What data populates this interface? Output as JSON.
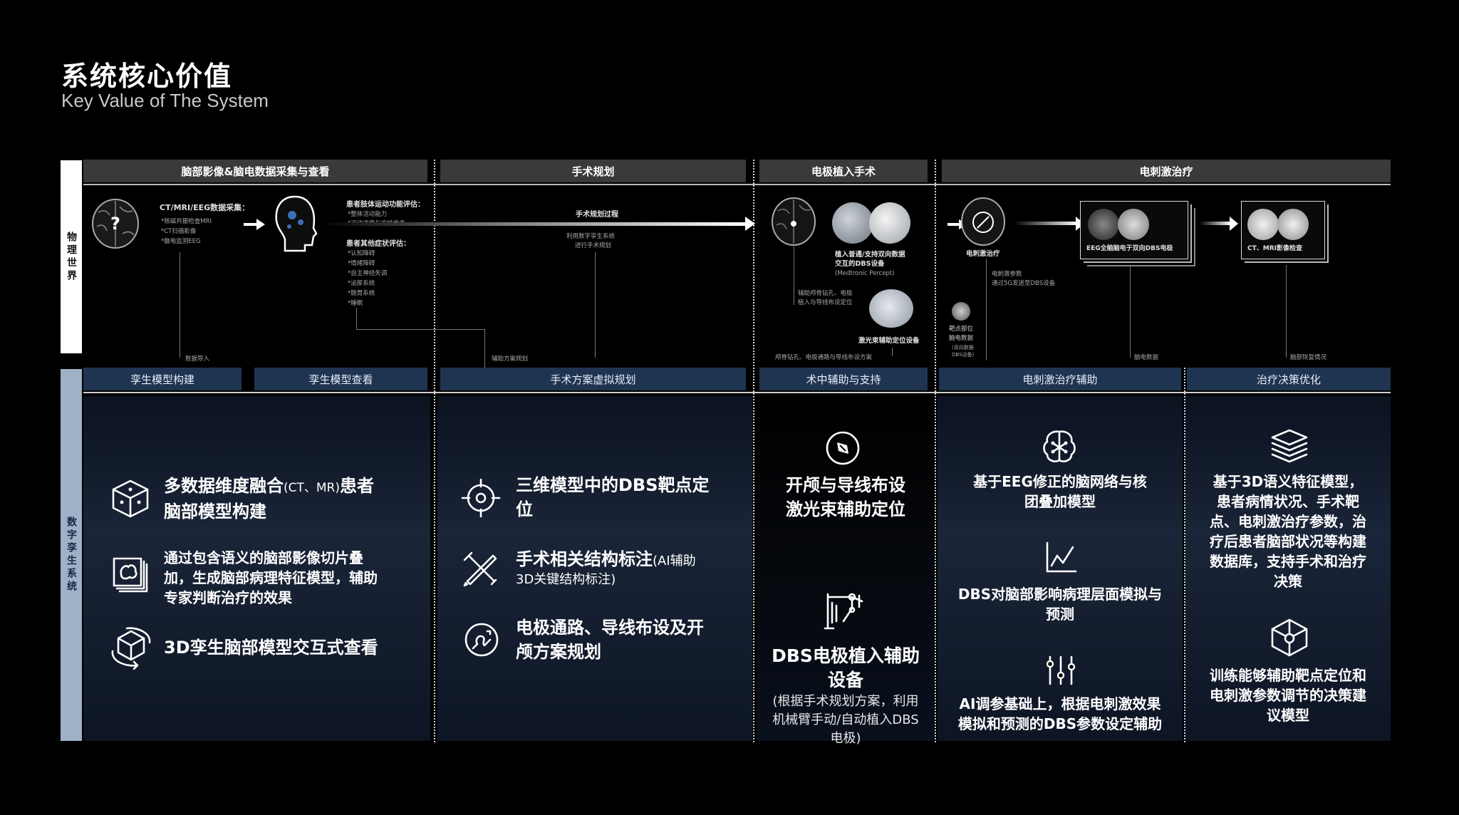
{
  "title": {
    "cn": "系统核心价值",
    "en": "Key Value of The System"
  },
  "side_labels": {
    "physical": "物理世界",
    "digital": "数字孪生系统"
  },
  "stages": [
    "脑部影像&脑电数据采集与查看",
    "手术规划",
    "电极植入手术",
    "电刺激治疗"
  ],
  "subheads": [
    "孪生模型构建",
    "孪生模型查看",
    "手术方案虚拟规划",
    "术中辅助与支持",
    "电刺激治疗辅助",
    "治疗决策优化"
  ],
  "physical": {
    "collect_title": "CT/MRI/EEG数据采集：",
    "collect_items": [
      "*核磁共振检查MRI",
      "*CT扫描影像",
      "*脑电监测EEG"
    ],
    "eval_title": "患者肢体运动功能评估：",
    "eval_items": [
      "*整体活动能力",
      "*运动速度与冻结步态"
    ],
    "symptom_title": "患者其他症状评估：",
    "symptom_items": [
      "*认知障碍",
      "*情绪障碍",
      "*自主神经失调",
      "*泌尿系统",
      "*肠胃系统",
      "*睡眠"
    ],
    "data_import": "数据导入",
    "plan_process": "手术规划过程",
    "plan_desc": [
      "利用数字孪生系统",
      "进行手术规划"
    ],
    "assist_plan": "辅助方案规划",
    "implant_label": [
      "植入普通/支持双向数据",
      "交互的DBS设备"
    ],
    "implant_sub": "(Medtronic Percept)",
    "assist_locate": [
      "辅助颅骨钻孔、电极",
      "植入与导线布设定位"
    ],
    "laser_label": "激光束辅助定位设备",
    "bottom_path": "颅骨钻孔、电极通路与导线布设方案",
    "stim_label": "电刺激治疗",
    "stim_params": [
      "电刺激参数",
      "通过5G发送至DBS设备"
    ],
    "eeg_label": "EEG全脑脑电于双向DBS电极",
    "ctmri_label": "CT、MRI影像检查",
    "target_label": [
      "靶点部位",
      "脑电数据"
    ],
    "target_sub": [
      "(双向数据",
      "DBS设备)"
    ],
    "brain_data": "脑电数据",
    "brain_state": "脑部恢复情况"
  },
  "cards": {
    "c1": [
      {
        "icon": "cube-icon",
        "text": "多数据维度融合",
        "small": "(CT、MR)",
        "text2": "患者",
        "text3": "脑部模型构建"
      },
      {
        "icon": "brain-slices-icon",
        "lines": [
          "通过包含语义的脑部影像切片叠",
          "加，生成脑部病理特征模型，辅助",
          "专家判断治疗的效果"
        ]
      },
      {
        "icon": "3d-rotate-icon",
        "text": "3D孪生脑部模型交互式查看"
      }
    ],
    "c2": [
      {
        "icon": "target-icon",
        "lines": [
          "三维模型中的DBS靶点定",
          "位"
        ]
      },
      {
        "icon": "tools-icon",
        "text": "手术相关结构标注",
        "small": "(AI辅助",
        "small2": "3D关键结构标注)"
      },
      {
        "icon": "path-icon",
        "lines": [
          "电极通路、导线布设及开",
          "颅方案规划"
        ]
      }
    ],
    "c3": [
      {
        "icon": "compass-icon",
        "lines": [
          "开颅与导线布设",
          "激光束辅助定位"
        ]
      },
      {
        "icon": "robot-arm-icon",
        "lines": [
          "DBS电极植入辅助",
          "设备"
        ],
        "sub": [
          "(根据手术规划方案，利用",
          "机械臂手动/自动植入DBS",
          "电极)"
        ]
      }
    ],
    "c4": [
      {
        "icon": "brain-network-icon",
        "lines": [
          "基于EEG修正的脑网络与核",
          "团叠加模型"
        ]
      },
      {
        "icon": "chart-icon",
        "lines": [
          "DBS对脑部影响病理层面模拟与",
          "预测"
        ]
      },
      {
        "icon": "sliders-icon",
        "lines": [
          "AI调参基础上，根据电刺激效果",
          "模拟和预测的DBS参数设定辅助"
        ]
      }
    ],
    "c5": [
      {
        "icon": "layers-icon",
        "lines": [
          "基于3D语义特征模型，",
          "患者病情状况、手术靶",
          "点、电刺激治疗参数，治",
          "疗后患者脑部状况等构建",
          "数据库，支持手术和治疗",
          "决策"
        ]
      },
      {
        "icon": "network-cube-icon",
        "lines": [
          "训练能够辅助靶点定位和",
          "电刺激参数调节的决策建",
          "议模型"
        ]
      }
    ]
  }
}
